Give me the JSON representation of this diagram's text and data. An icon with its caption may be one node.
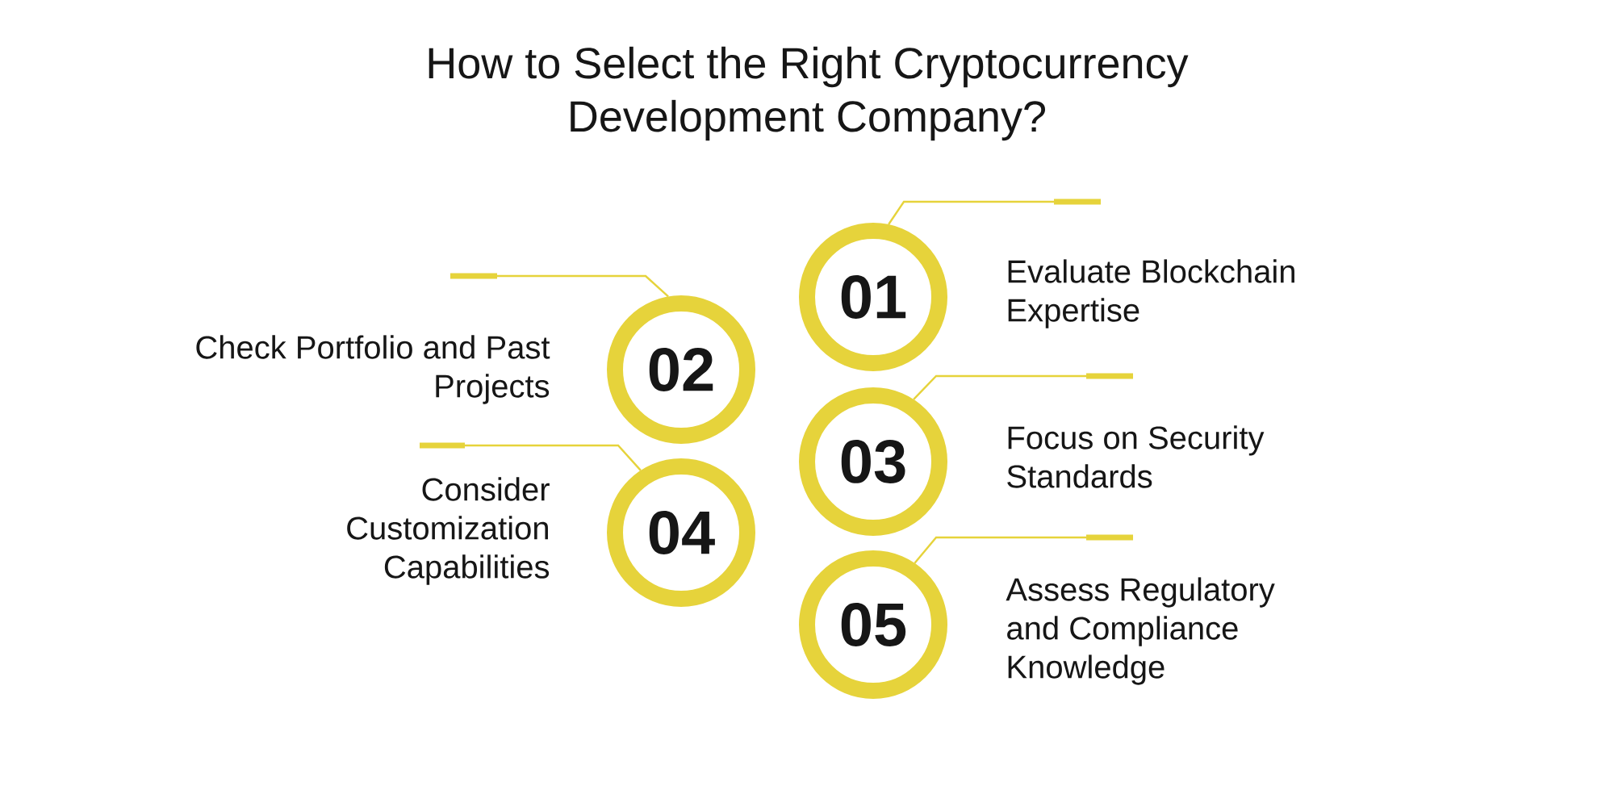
{
  "diagram": {
    "title": "How to Select the Right Cryptocurrency Development Company?",
    "nodes": [
      {
        "text": [
          "01"
        ],
        "beside": [
          "Evaluate Blockchain Expertise"
        ]
      },
      {
        "text": [
          "02"
        ],
        "beside": [
          "Check Portfolio and Past Projects"
        ]
      },
      {
        "text": [
          "03"
        ],
        "beside": [
          "Focus on Security Standards"
        ]
      },
      {
        "text": [
          "04"
        ],
        "beside": [
          "Consider Customization Capabilities"
        ]
      },
      {
        "text": [
          "05"
        ],
        "beside": [
          "Assess Regulatory and Compliance Knowledge"
        ]
      }
    ],
    "edges": [
      {
        "from": 0,
        "to": null,
        "arrow": "none"
      },
      {
        "from": 1,
        "to": null,
        "arrow": "none"
      },
      {
        "from": 2,
        "to": null,
        "arrow": "none"
      },
      {
        "from": 3,
        "to": null,
        "arrow": "none"
      },
      {
        "from": 4,
        "to": null,
        "arrow": "none"
      }
    ]
  }
}
